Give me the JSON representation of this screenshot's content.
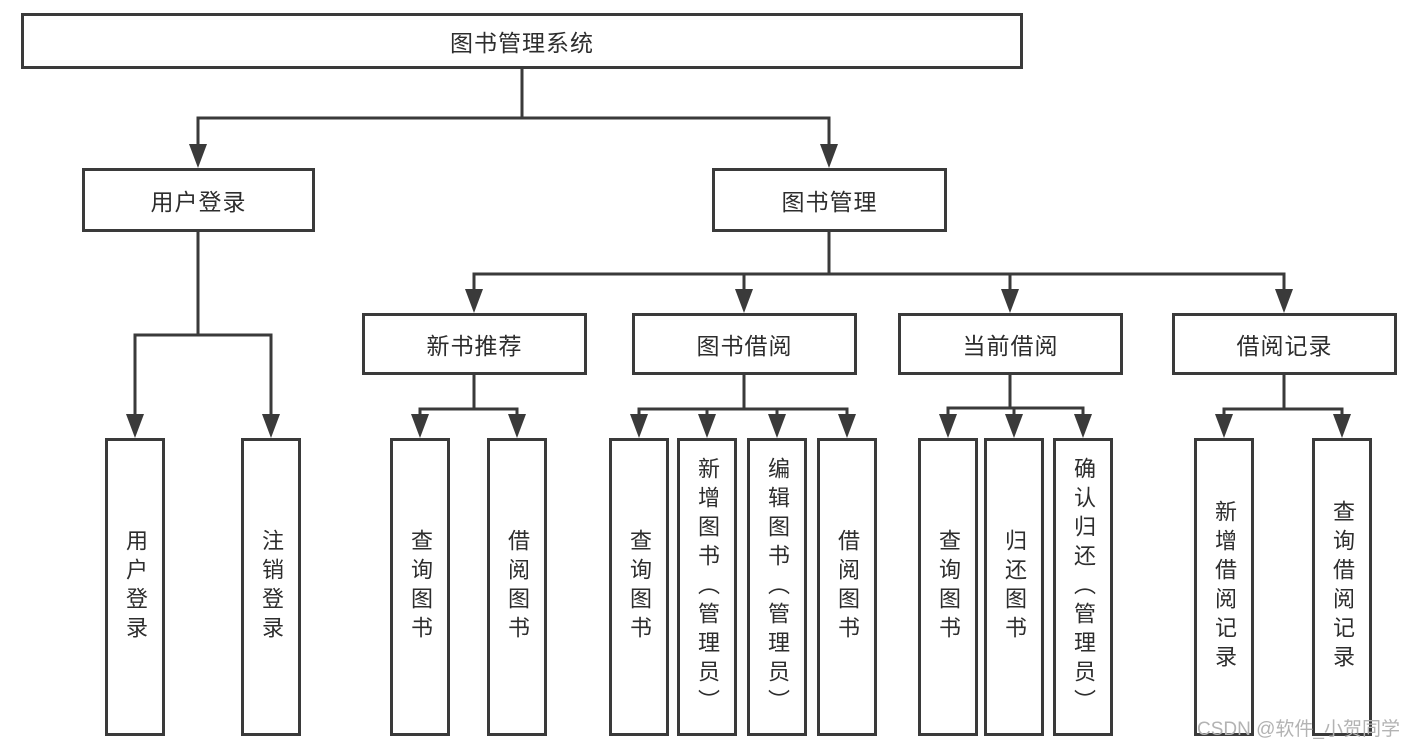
{
  "colors": {
    "line": "#3a3a3a",
    "text": "#2d2d2d",
    "box_background": "#ffffff",
    "watermark": "#b3b3b3"
  },
  "watermark": {
    "text": "CSDN @软件_小贺同学"
  },
  "tree": {
    "root": {
      "label": "图书管理系统"
    },
    "level2": [
      {
        "id": "login",
        "label": "用户登录"
      },
      {
        "id": "mgmt",
        "label": "图书管理"
      }
    ],
    "level3": [
      {
        "id": "newbook",
        "label": "新书推荐",
        "parent": "mgmt"
      },
      {
        "id": "borrow",
        "label": "图书借阅",
        "parent": "mgmt"
      },
      {
        "id": "current",
        "label": "当前借阅",
        "parent": "mgmt"
      },
      {
        "id": "record",
        "label": "借阅记录",
        "parent": "mgmt"
      }
    ],
    "leaves": [
      {
        "group": "login",
        "label": "用户登录"
      },
      {
        "group": "login",
        "label": "注销登录"
      },
      {
        "group": "newbook",
        "label": "查询图书"
      },
      {
        "group": "newbook",
        "label": "借阅图书"
      },
      {
        "group": "borrow",
        "label": "查询图书"
      },
      {
        "group": "borrow",
        "label": "新增图书（管理员）"
      },
      {
        "group": "borrow",
        "label": "编辑图书（管理员）"
      },
      {
        "group": "borrow",
        "label": "借阅图书"
      },
      {
        "group": "current",
        "label": "查询图书"
      },
      {
        "group": "current",
        "label": "归还图书"
      },
      {
        "group": "current",
        "label": "确认归还（管理员）"
      },
      {
        "group": "record",
        "label": "新增借阅记录"
      },
      {
        "group": "record",
        "label": "查询借阅记录"
      }
    ]
  }
}
